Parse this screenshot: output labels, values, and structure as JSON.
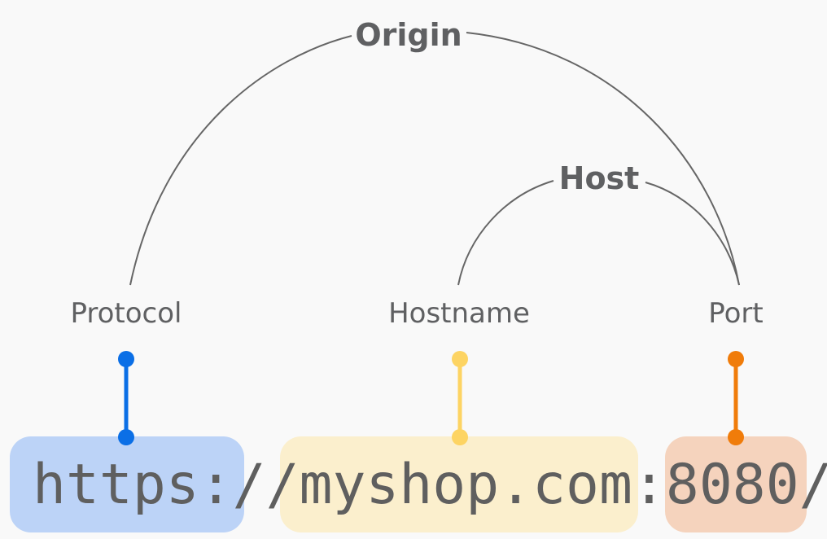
{
  "groups": {
    "origin": "Origin",
    "host": "Host"
  },
  "parts": {
    "protocol": {
      "label": "Protocol",
      "color": "#0b6fe6",
      "highlight": "#bcd3f7"
    },
    "hostname": {
      "label": "Hostname",
      "color": "#fdd463",
      "highlight": "#fbefcd"
    },
    "port": {
      "label": "Port",
      "color": "#f07c0a",
      "highlight": "#f5d3bd"
    }
  },
  "url": {
    "protocol": "https:",
    "separator": "//",
    "hostname": "myshop.com",
    "colon": ":",
    "port": "8080",
    "path": "/"
  },
  "line_color": "#666666"
}
